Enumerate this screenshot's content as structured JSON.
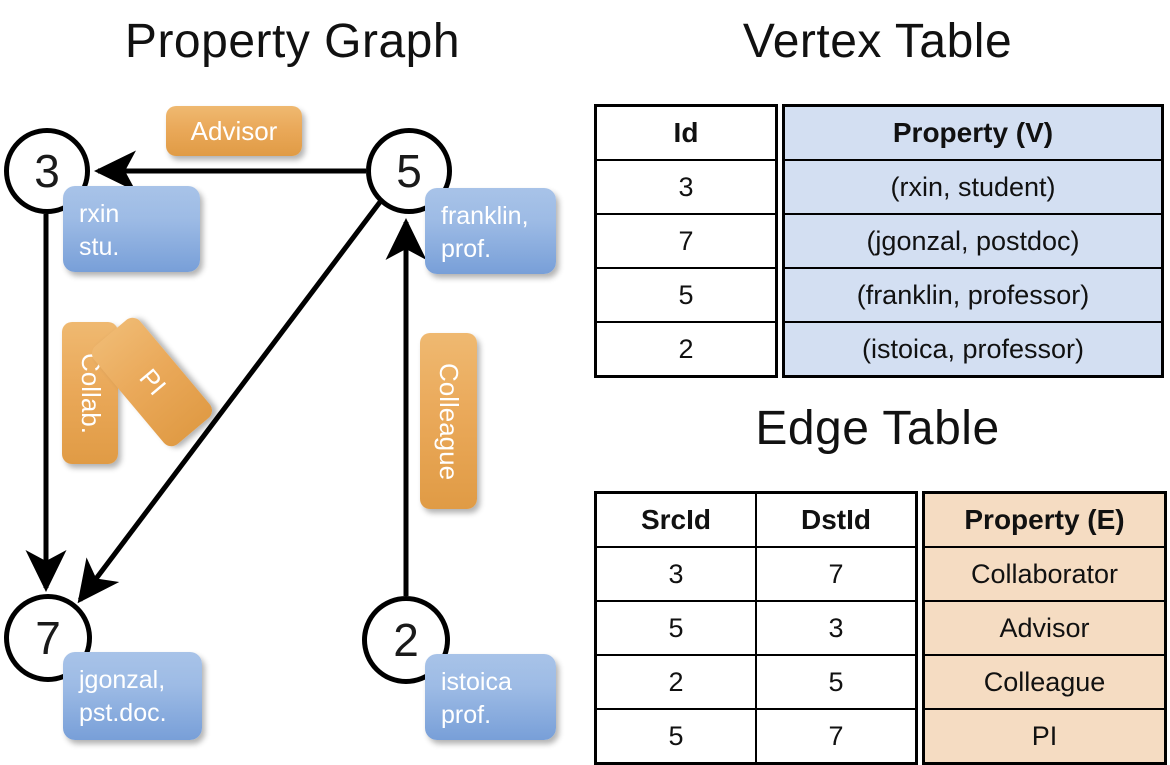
{
  "titles": {
    "property_graph": "Property Graph",
    "vertex_table": "Vertex Table",
    "edge_table": "Edge Table"
  },
  "graph": {
    "nodes": [
      {
        "id": "3",
        "label": "3",
        "property_line1": "rxin",
        "property_line2": "stu."
      },
      {
        "id": "5",
        "label": "5",
        "property_line1": "franklin,",
        "property_line2": "prof."
      },
      {
        "id": "7",
        "label": "7",
        "property_line1": "jgonzal,",
        "property_line2": "pst.doc."
      },
      {
        "id": "2",
        "label": "2",
        "property_line1": "istoica",
        "property_line2": "prof."
      }
    ],
    "edge_labels": {
      "advisor": "Advisor",
      "collab": "Collab.",
      "pi": "PI",
      "colleague": "Colleague"
    },
    "edges": [
      {
        "src": "5",
        "dst": "3",
        "label": "Advisor"
      },
      {
        "src": "3",
        "dst": "7",
        "label": "Collab."
      },
      {
        "src": "5",
        "dst": "7",
        "label": "PI"
      },
      {
        "src": "2",
        "dst": "5",
        "label": "Colleague"
      }
    ]
  },
  "vertex_table": {
    "headers": [
      "Id",
      "Property (V)"
    ],
    "rows": [
      {
        "id": "3",
        "property": "(rxin, student)"
      },
      {
        "id": "7",
        "property": "(jgonzal, postdoc)"
      },
      {
        "id": "5",
        "property": "(franklin, professor)"
      },
      {
        "id": "2",
        "property": "(istoica, professor)"
      }
    ]
  },
  "edge_table": {
    "headers": [
      "SrcId",
      "DstId",
      "Property (E)"
    ],
    "rows": [
      {
        "src": "3",
        "dst": "7",
        "property": "Collaborator"
      },
      {
        "src": "5",
        "dst": "3",
        "property": "Advisor"
      },
      {
        "src": "2",
        "dst": "5",
        "property": "Colleague"
      },
      {
        "src": "5",
        "dst": "7",
        "property": "PI"
      }
    ]
  },
  "colors": {
    "vertex_property_fill": "#d3dff2",
    "edge_property_fill": "#f5dcc2",
    "node_callout_blue": "#9dbbe5",
    "edge_callout_orange": "#eaa95a",
    "stroke": "#000000",
    "background": "#ffffff"
  }
}
